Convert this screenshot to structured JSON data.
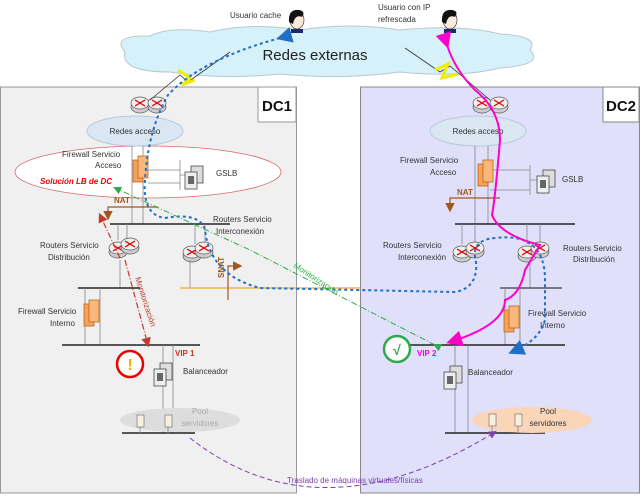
{
  "external": {
    "cloud_label": "Redes externas",
    "user_cache_label": "Usuario cache",
    "user_refreshed_label_1": "Usuario con IP",
    "user_refreshed_label_2": "refrescada"
  },
  "dc1": {
    "title": "DC1",
    "access_cloud": "Redes acceso",
    "fw_access_1": "Firewall Servicio",
    "fw_access_2": "Acceso",
    "gslb": "GSLB",
    "lb_solution": "Solución LB de DC",
    "nat": "NAT",
    "snat": "SNAT",
    "routers_interconnect_1": "Routers Servicio",
    "routers_interconnect_2": "Interconexión",
    "routers_distribution_1": "Routers Servicio",
    "routers_distribution_2": "Distribución",
    "monitoring": "Monitorización",
    "fw_internal_1": "Firewall Servicio",
    "fw_internal_2": "Interno",
    "vip": "VIP 1",
    "balancer": "Balanceador",
    "pool_1": "Pool",
    "pool_2": "servidores",
    "status_icon": "warning-icon"
  },
  "dc2": {
    "title": "DC2",
    "access_cloud": "Redes acceso",
    "fw_access_1": "Firewall Servicio",
    "fw_access_2": "Acceso",
    "gslb": "GSLB",
    "nat": "NAT",
    "routers_interconnect_1": "Routers Servicio",
    "routers_interconnect_2": "Interconexión",
    "routers_distribution_1": "Routers Servicio",
    "routers_distribution_2": "Distribución",
    "fw_internal_1": "Firewall Servicio",
    "fw_internal_2": "Interno",
    "vip": "VIP 2",
    "balancer": "Balanceador",
    "pool_1": "Pool",
    "pool_2": "servidores",
    "status_icon": "check-icon"
  },
  "cross": {
    "monitoring": "Monitorización",
    "migration": "Traslado de máquinas virtuales/físicas"
  },
  "colors": {
    "dc1_bg": "#f0f0f0",
    "dc2_bg": "#e0e0fa",
    "cloud": "#d6f1fa",
    "traffic_cache": "#1f6fc6",
    "traffic_refreshed": "#ff00cc",
    "monitoring_dc1": "#c0392b",
    "monitoring_cross": "#2eaa4a",
    "nat": "#a0561c",
    "migration": "#7b3fb0"
  }
}
